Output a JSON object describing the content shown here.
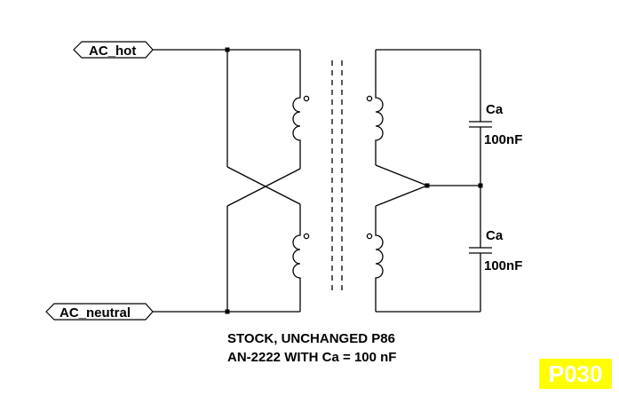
{
  "ports": {
    "hot": "AC_hot",
    "neutral": "AC_neutral"
  },
  "capacitors": [
    {
      "name": "Ca",
      "value": "100nF"
    },
    {
      "name": "Ca",
      "value": "100nF"
    }
  ],
  "caption": {
    "line1": "STOCK,  UNCHANGED  P86",
    "line2": "AN-2222  WITH  Ca = 100 nF"
  },
  "badge": "P030",
  "colors": {
    "badge_bg": "#ffff00",
    "badge_text": "#ffffff"
  }
}
